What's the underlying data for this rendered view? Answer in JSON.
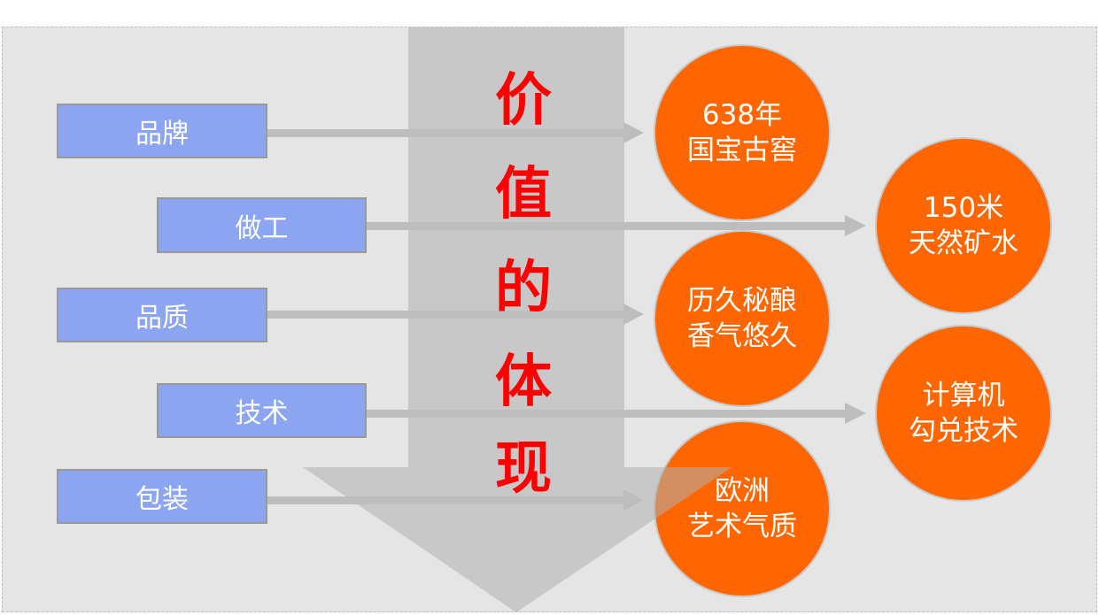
{
  "title_chars": [
    "价",
    "值",
    "的",
    "体",
    "现"
  ],
  "factors": [
    "品牌",
    "做工",
    "品质",
    "技术",
    "包装"
  ],
  "values": [
    {
      "line1": "638年",
      "line2": "国宝古窖"
    },
    {
      "line1": "150米",
      "line2": "天然矿水"
    },
    {
      "line1": "历久秘酿",
      "line2": "香气悠久"
    },
    {
      "line1": "计算机",
      "line2": "勾兑技术"
    },
    {
      "line1": "欧洲",
      "line2": "艺术气质"
    }
  ],
  "colors": {
    "box": "#8ca5f0",
    "circle": "#ff6600",
    "title": "#ff0000",
    "arrow": "#bdbdbd"
  }
}
